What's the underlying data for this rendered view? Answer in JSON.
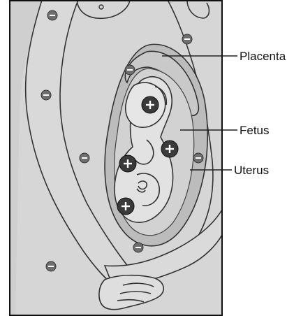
{
  "labels": {
    "placenta": "Placenta",
    "fetus": "Fetus",
    "uterus": "Uterus"
  },
  "marker_glyphs": {
    "positive": "+",
    "negative": "−"
  },
  "colors": {
    "skin": "#d6d6d6",
    "uterus_wall": "#bcbcbc",
    "fetus": "#e2e2e2",
    "frame": "#111111",
    "positive_marker": "#3a3a3a",
    "negative_marker": "#6e6e6e"
  }
}
